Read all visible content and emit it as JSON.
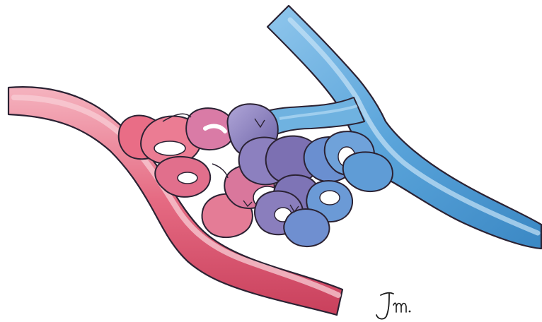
{
  "image": {
    "subject": "arteriovenous-malformation-illustration",
    "style": "colored-pencil-drawing",
    "colors": {
      "background": "#ffffff",
      "artery": "#e4607a",
      "artery_light": "#f3a9b6",
      "artery_dark": "#b8334f",
      "vein": "#6aaede",
      "vein_light": "#a8d3f0",
      "vein_dark": "#3d86bf",
      "nidus_purple": "#7a6fb0",
      "nidus_purple_light": "#a59bd0",
      "outline": "#2b2233"
    },
    "signature": "Jm."
  }
}
